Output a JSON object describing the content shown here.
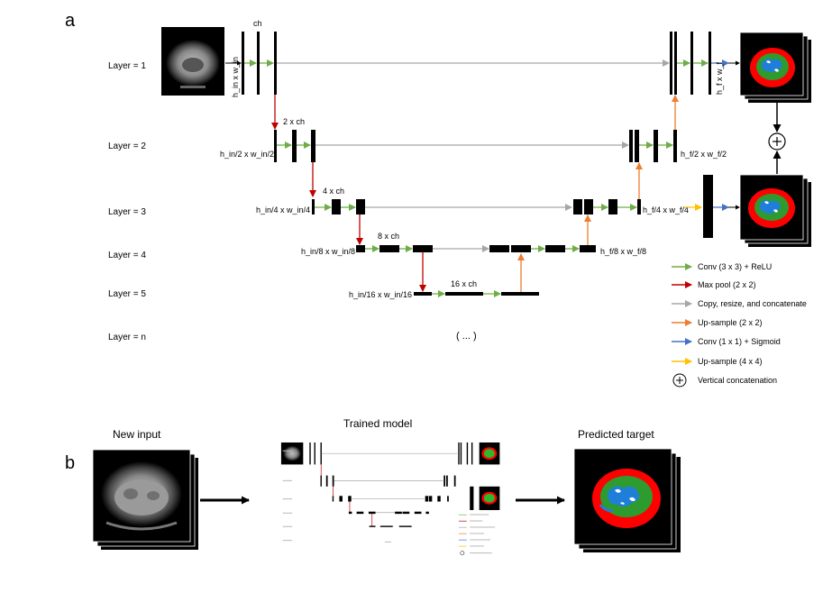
{
  "panel_a": {
    "letter": "a",
    "layers": [
      "Layer = 1",
      "Layer = 2",
      "Layer = 3",
      "Layer = 4",
      "Layer = 5",
      "Layer = n"
    ],
    "channels": {
      "c1": "ch",
      "c2": "2 x ch",
      "c3": "4 x ch",
      "c4": "8 x ch",
      "c5": "16 x ch"
    },
    "ellipsis": "( ... )",
    "dims": {
      "l1_in": "h_in x w_in",
      "l2_in": "h_in/2 x w_in/2",
      "l3_in": "h_in/4 x w_in/4",
      "l4_in": "h_in/8 x w_in/8",
      "l5_in": "h_in/16 x w_in/16",
      "l1_out": "h_f x w_f",
      "l2_out": "h_f/2 x w_f/2",
      "l3_out": "h_f/4 x w_f/4",
      "l4_out": "h_f/8 x w_f/8"
    },
    "legend": [
      {
        "label": "Conv (3 x 3) + ReLU",
        "color": "#70ad47"
      },
      {
        "label": "Max pool (2 x 2)",
        "color": "#c00000"
      },
      {
        "label": "Copy, resize, and concatenate",
        "color": "#a6a6a6"
      },
      {
        "label": "Up-sample (2 x 2)",
        "color": "#ed7d31"
      },
      {
        "label": "Conv (1 x 1) + Sigmoid",
        "color": "#4472c4"
      },
      {
        "label": "Up-sample (4 x 4)",
        "color": "#ffc000"
      },
      {
        "label": "Vertical concatenation",
        "color": "#000000"
      }
    ]
  },
  "panel_b": {
    "letter": "b",
    "new_input": "New input",
    "trained_model": "Trained model",
    "predicted_target": "Predicted target"
  }
}
